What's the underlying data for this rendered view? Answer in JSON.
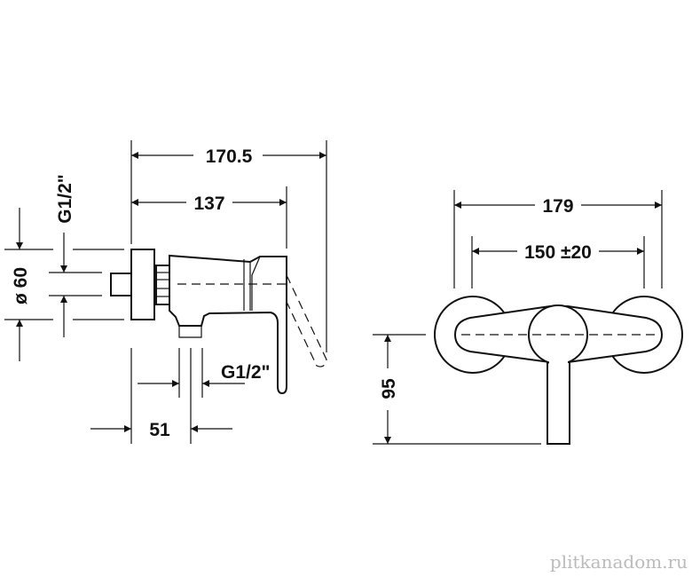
{
  "side_view": {
    "overall_length": "170.5",
    "body_length": "137",
    "rosette_diameter": "ø 60",
    "inlet_thread": "G1/2\"",
    "outlet_thread": "G1/2\"",
    "outlet_offset": "51"
  },
  "front_view": {
    "overall_width": "179",
    "inlet_spacing": "150 ±20",
    "height": "95"
  },
  "watermark": "plitkanadom.ru"
}
